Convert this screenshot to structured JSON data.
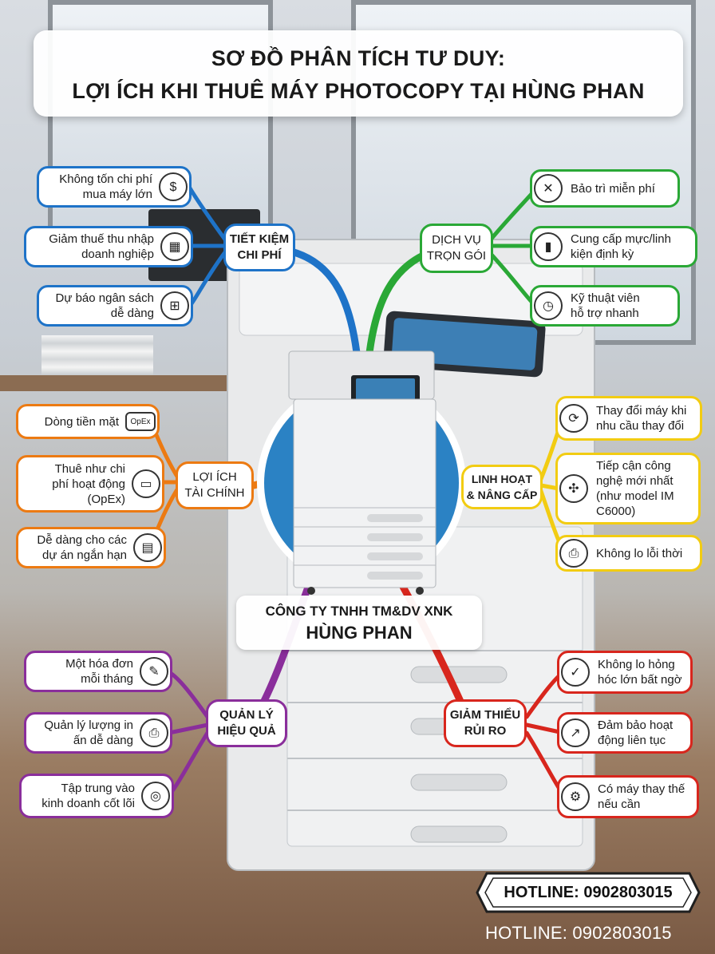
{
  "title": {
    "line1": "SƠ ĐỒ PHÂN TÍCH TƯ DUY:",
    "line2": "LỢI ÍCH KHI THUÊ MÁY PHOTOCOPY TẠI HÙNG PHAN"
  },
  "company": {
    "line1": "CÔNG TY TNHH TM&DV XNK",
    "line2": "HÙNG PHAN"
  },
  "hotline": {
    "badge": "HOTLINE: 0902803015",
    "caption": "HOTLINE: 0902803015"
  },
  "colors": {
    "blue": "#1e73c8",
    "green": "#2aa836",
    "orange": "#ec7a12",
    "yellow": "#f2cc12",
    "purple": "#8a2e9b",
    "red": "#d8261d"
  },
  "branches": {
    "tiet_kiem": {
      "label": "TIẾT KIỆM\nCHI PHÍ",
      "items": [
        {
          "text": "Không tốn chi phí\nmua máy lớn",
          "icon": "money-hand-icon"
        },
        {
          "text": "Giảm thuế thu nhập\ndoanh nghiệp",
          "icon": "calculator-icon"
        },
        {
          "text": "Dự báo ngân sách\ndễ dàng",
          "icon": "chart-calc-icon"
        }
      ]
    },
    "dich_vu": {
      "label": "DỊCH VỤ\nTRỌN GÓI",
      "items": [
        {
          "text": "Bảo trì miễn phí",
          "icon": "tools-icon"
        },
        {
          "text": "Cung cấp mực/linh\nkiện định kỳ",
          "icon": "ink-cartridge-icon"
        },
        {
          "text": "Kỹ thuật viên\nhỗ trợ nhanh",
          "icon": "clock-icon"
        }
      ]
    },
    "loi_ich": {
      "label": "LỢI ÍCH\nTÀI CHÍNH",
      "items": [
        {
          "text": "Dòng tiền mặt",
          "icon": "opex-tag-icon"
        },
        {
          "text": "Thuê như chi\nphí hoạt động\n(OpEx)",
          "icon": "cash-icon"
        },
        {
          "text": "Dễ dàng cho các\ndự án ngắn hạn",
          "icon": "calendar-icon"
        }
      ]
    },
    "linh_hoat": {
      "label": "LINH HOẠT\n& NÂNG CẤP",
      "items": [
        {
          "text": "Thay đổi máy khi\nnhu cầu thay đổi",
          "icon": "swap-icon"
        },
        {
          "text": "Tiếp cận công\nnghệ mới nhất\n(như model IM\nC6000)",
          "icon": "tech-icon"
        },
        {
          "text": "Không lo lỗi thời",
          "icon": "printer-icon"
        }
      ]
    },
    "quan_ly": {
      "label": "QUẢN LÝ\nHIỆU QUẢ",
      "items": [
        {
          "text": "Một hóa đơn\nmỗi tháng",
          "icon": "invoice-icon"
        },
        {
          "text": "Quản lý lượng in\nấn dễ dàng",
          "icon": "printer-icon"
        },
        {
          "text": "Tập trung vào\nkinh doanh cốt lõi",
          "icon": "focus-icon"
        }
      ]
    },
    "giam_thieu": {
      "label": "GIẢM THIỂU\nRỦI RO",
      "items": [
        {
          "text": "Không lo hỏng\nhóc lớn bất ngờ",
          "icon": "shield-check-icon"
        },
        {
          "text": "Đảm bảo hoạt\nđộng liên tục",
          "icon": "growth-chart-icon"
        },
        {
          "text": "Có máy thay thế\nnếu cần",
          "icon": "gear-icon"
        }
      ]
    }
  }
}
